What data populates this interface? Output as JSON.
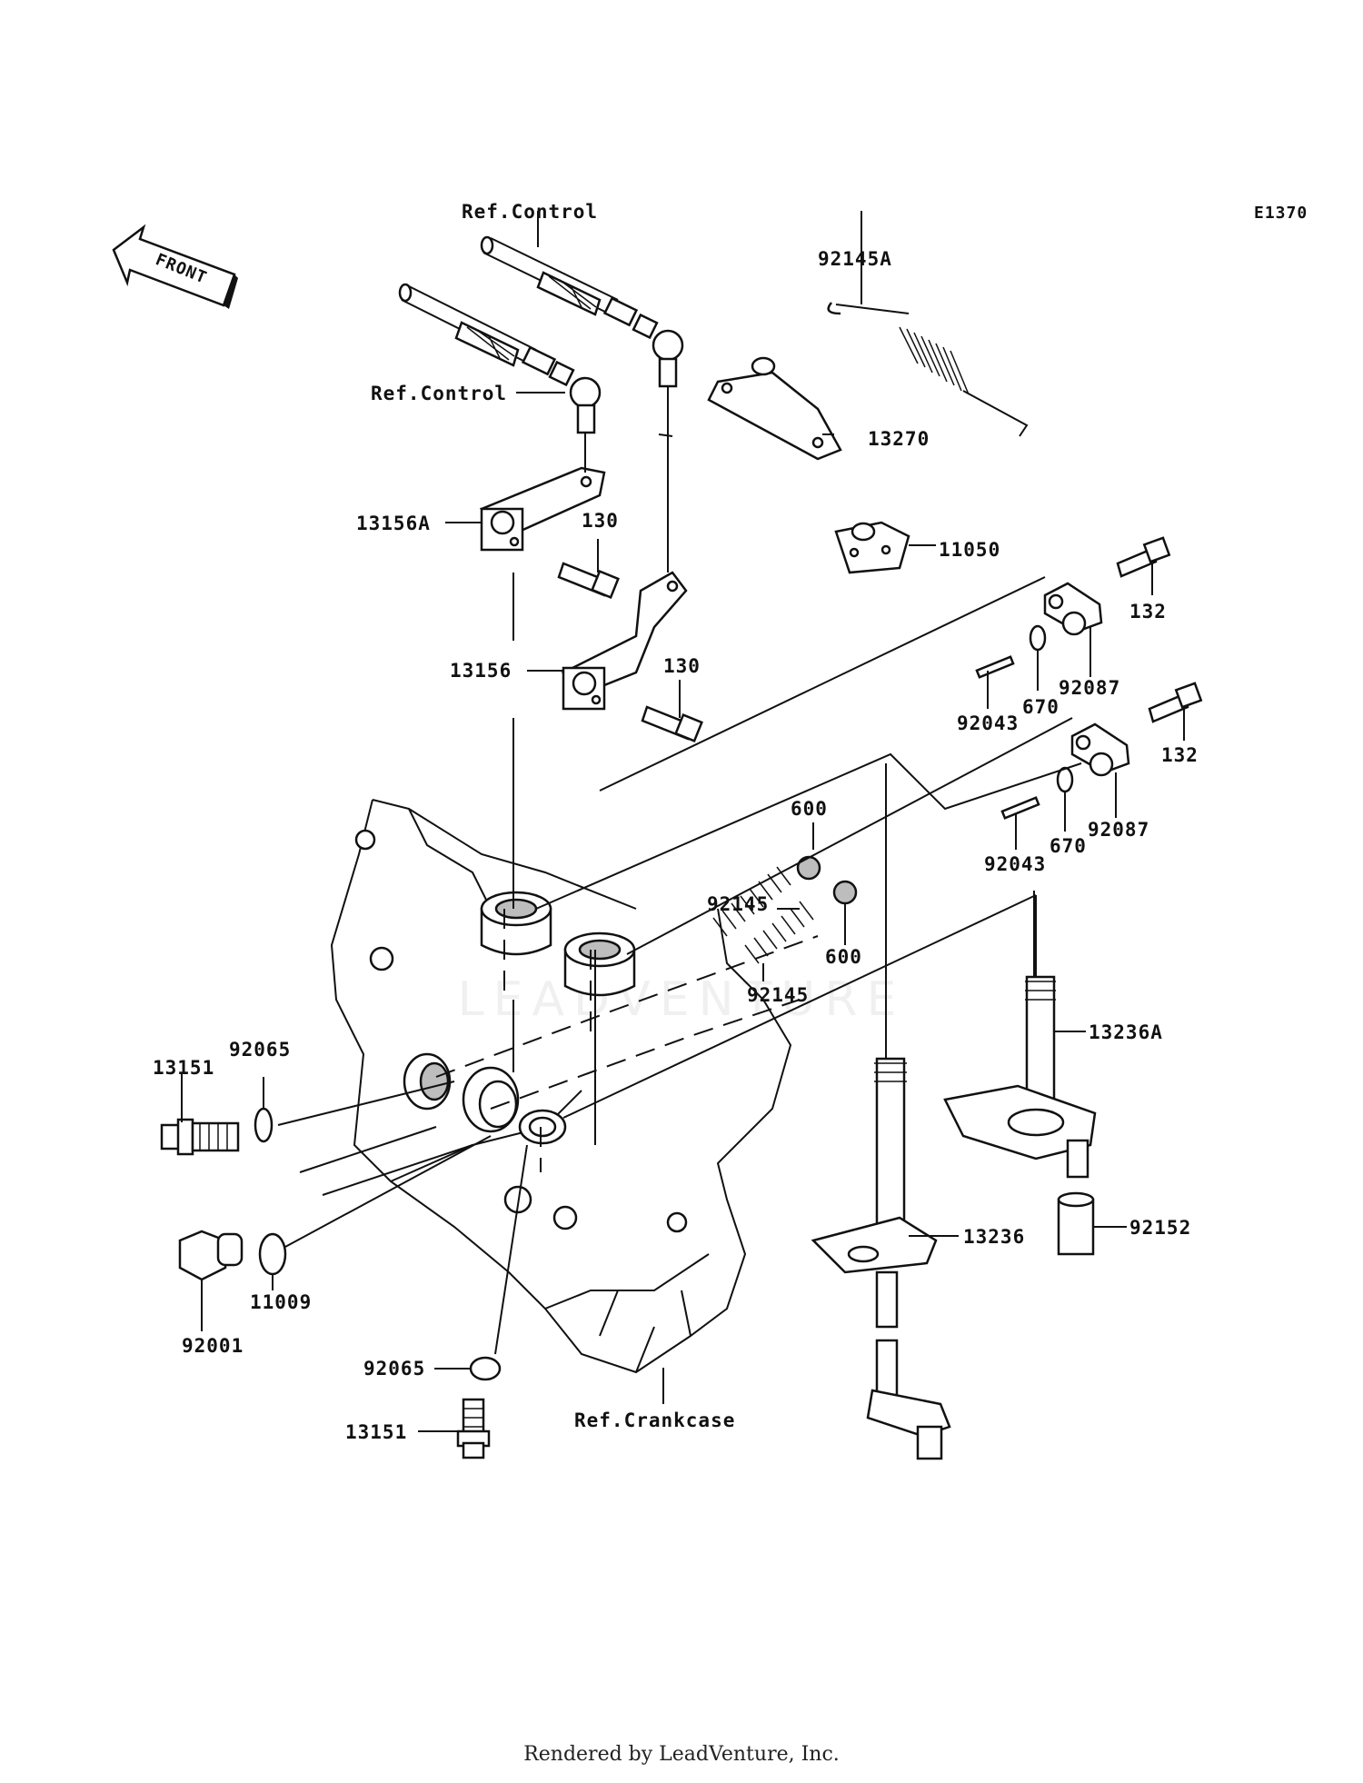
{
  "diagram": {
    "code": "E1370",
    "front_arrow": "FRONT",
    "labels": {
      "ref_control_top": "Ref.Control",
      "ref_control_left": "Ref.Control",
      "p92145A": "92145A",
      "p13270": "13270",
      "p13156A": "13156A",
      "p130_a": "130",
      "p11050": "11050",
      "p132_a": "132",
      "p13156": "13156",
      "p130_b": "130",
      "p92087_a": "92087",
      "p92043_a": "92043",
      "p670_a": "670",
      "p132_b": "132",
      "p92087_b": "92087",
      "p670_b": "670",
      "p92043_b": "92043",
      "p600_a": "600",
      "p92145_a": "92145",
      "p600_b": "600",
      "p92145_b": "92145",
      "p13236A": "13236A",
      "p13151_a": "13151",
      "p92065_a": "92065",
      "p92001": "92001",
      "p11009": "11009",
      "p13236": "13236",
      "p92152": "92152",
      "p92065_b": "92065",
      "p13151_b": "13151",
      "ref_crankcase": "Ref.Crankcase"
    }
  },
  "footer": {
    "text": "Rendered by LeadVenture, Inc."
  },
  "watermark": {
    "text": "LEADVENTURE"
  }
}
